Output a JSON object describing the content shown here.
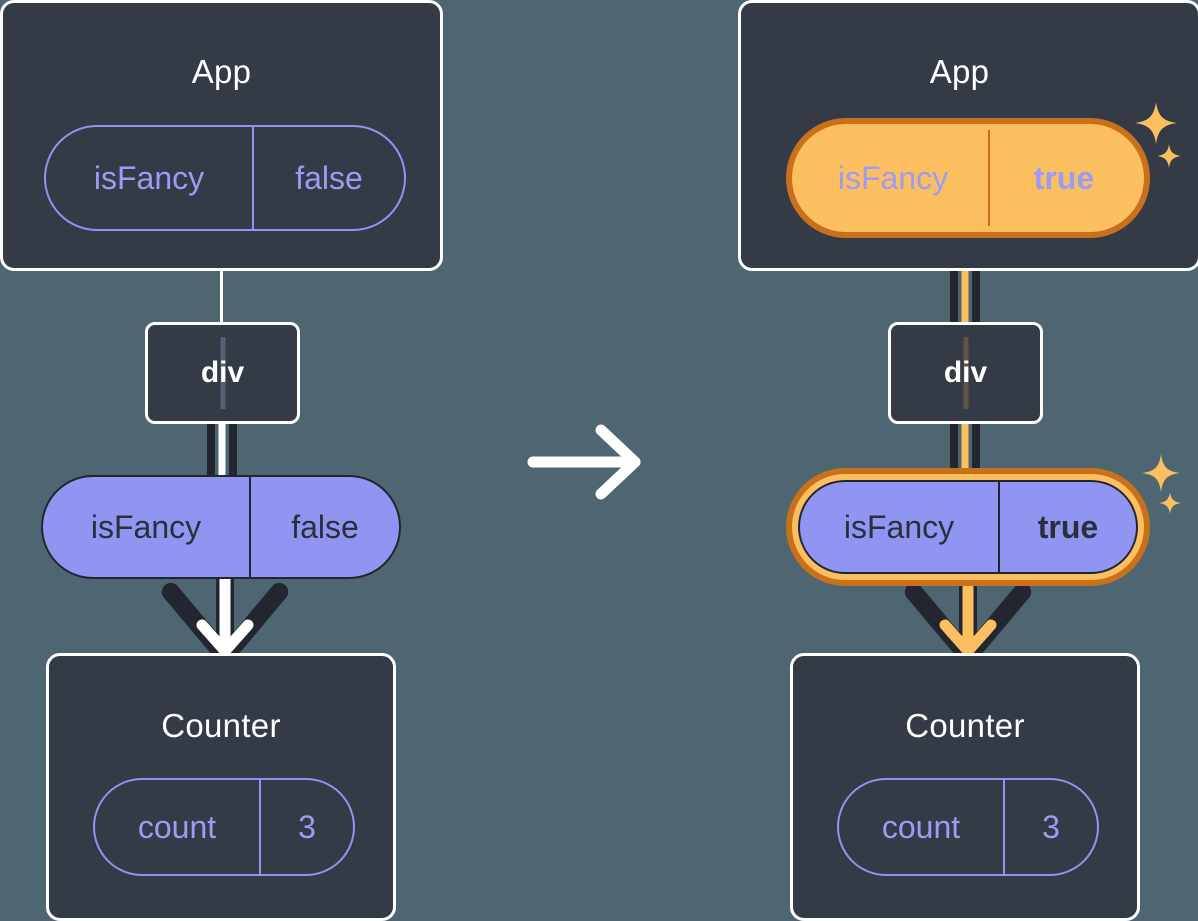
{
  "diagram": {
    "type": "react-state-tree-transition",
    "background_color": "#4d6672",
    "box_color": "#343a46",
    "pill_fill": "#8f95f0",
    "pill_outline": "#8f93f2",
    "highlight_outer": "#c9711a",
    "highlight_inner": "#fbbf60",
    "line_dark": "#23262f",
    "line_white": "#ffffff",
    "transition_icon": "right-arrow-icon"
  },
  "before": {
    "app": {
      "title": "App",
      "state": {
        "name": "isFancy",
        "value": "false",
        "highlighted": false
      }
    },
    "div": {
      "label": "div"
    },
    "prop": {
      "name": "isFancy",
      "value": "false",
      "highlighted": false,
      "bold_value": false
    },
    "counter": {
      "title": "Counter",
      "state": {
        "name": "count",
        "value": "3",
        "highlighted": false
      }
    }
  },
  "after": {
    "app": {
      "title": "App",
      "state": {
        "name": "isFancy",
        "value": "true",
        "highlighted": true
      }
    },
    "div": {
      "label": "div"
    },
    "prop": {
      "name": "isFancy",
      "value": "true",
      "highlighted": true,
      "bold_value": true
    },
    "counter": {
      "title": "Counter",
      "state": {
        "name": "count",
        "value": "3",
        "highlighted": false
      }
    },
    "sparkles": [
      {
        "name": "sparkle-large-icon",
        "size": "large"
      },
      {
        "name": "sparkle-small-icon",
        "size": "small"
      }
    ]
  }
}
